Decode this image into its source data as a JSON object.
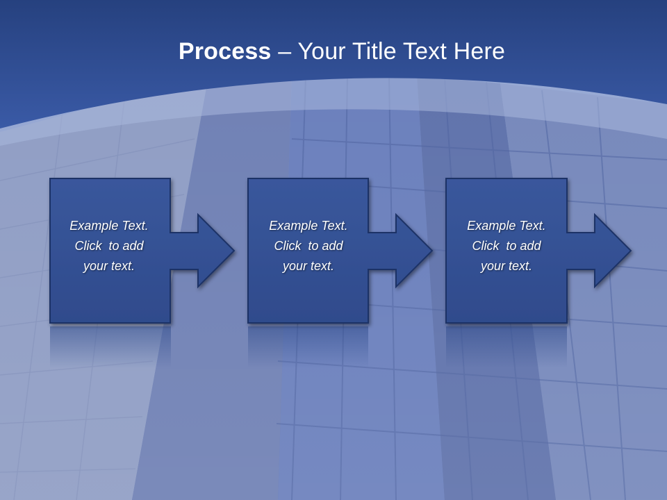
{
  "slide": {
    "title_bold": "Process",
    "title_rest": " – Your Title Text Here"
  },
  "steps": [
    {
      "line1": "Example Text.",
      "line2": "Click  to add",
      "line3": "your text."
    },
    {
      "line1": "Example Text.",
      "line2": "Click  to add",
      "line3": "your text."
    },
    {
      "line1": "Example Text.",
      "line2": "Click  to add",
      "line3": "your text."
    }
  ],
  "colors": {
    "header_blue": "#2e4f96",
    "box_fill": "#334e90",
    "box_border": "#1f3366"
  }
}
